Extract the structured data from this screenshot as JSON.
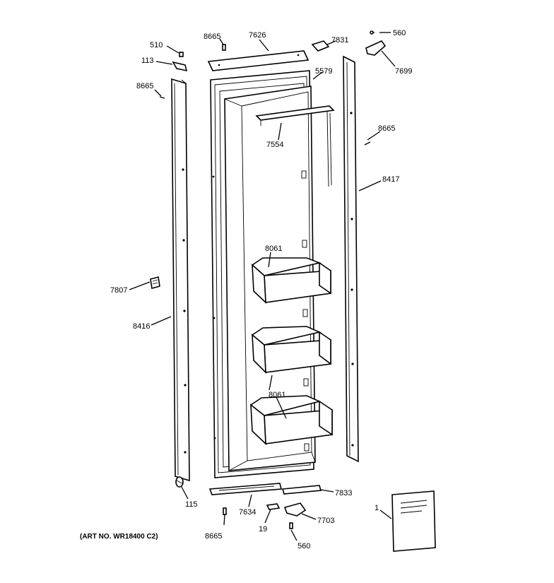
{
  "art_number": "(ART NO. WR18400 C2)",
  "labels": {
    "l510": "510",
    "l113": "113",
    "l8665_topleft": "8665",
    "l8665_top": "8665",
    "l7626": "7626",
    "l7831": "7831",
    "l560_top": "560",
    "l7699": "7699",
    "l5579": "5579",
    "l8665_right": "8665",
    "l7554": "7554",
    "l8417": "8417",
    "l8061_top": "8061",
    "l7807": "7807",
    "l8416": "8416",
    "l8061_bottom": "8061",
    "l7833": "7833",
    "l115": "115",
    "l7634": "7634",
    "l8665_bottom": "8665",
    "l19": "19",
    "l7703": "7703",
    "l560_bottom": "560",
    "l1": "1"
  }
}
